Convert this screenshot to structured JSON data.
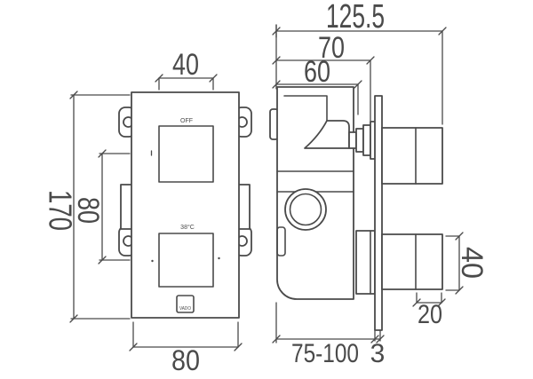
{
  "drawing": {
    "type": "technical-drawing",
    "subject": "concealed thermostatic shower valve - front and side elevation",
    "colors": {
      "line": "#4a4a4a",
      "background": "#ffffff"
    }
  },
  "front_view": {
    "dim_handle_width_top": "40",
    "dim_plate_height": "170",
    "dim_handle_spacing": "80",
    "dim_plate_width_bottom": "80",
    "label_off": "OFF",
    "label_temperature": "38°C",
    "brand": "VADO"
  },
  "side_view": {
    "dim_overall_depth": "125.5",
    "dim_depth_to_flange": "70",
    "dim_depth_to_collar": "60",
    "dim_handle_height": "40",
    "dim_handle_cap_depth": "20",
    "dim_wall_build_range": "75-100",
    "dim_plate_thickness": "3"
  }
}
